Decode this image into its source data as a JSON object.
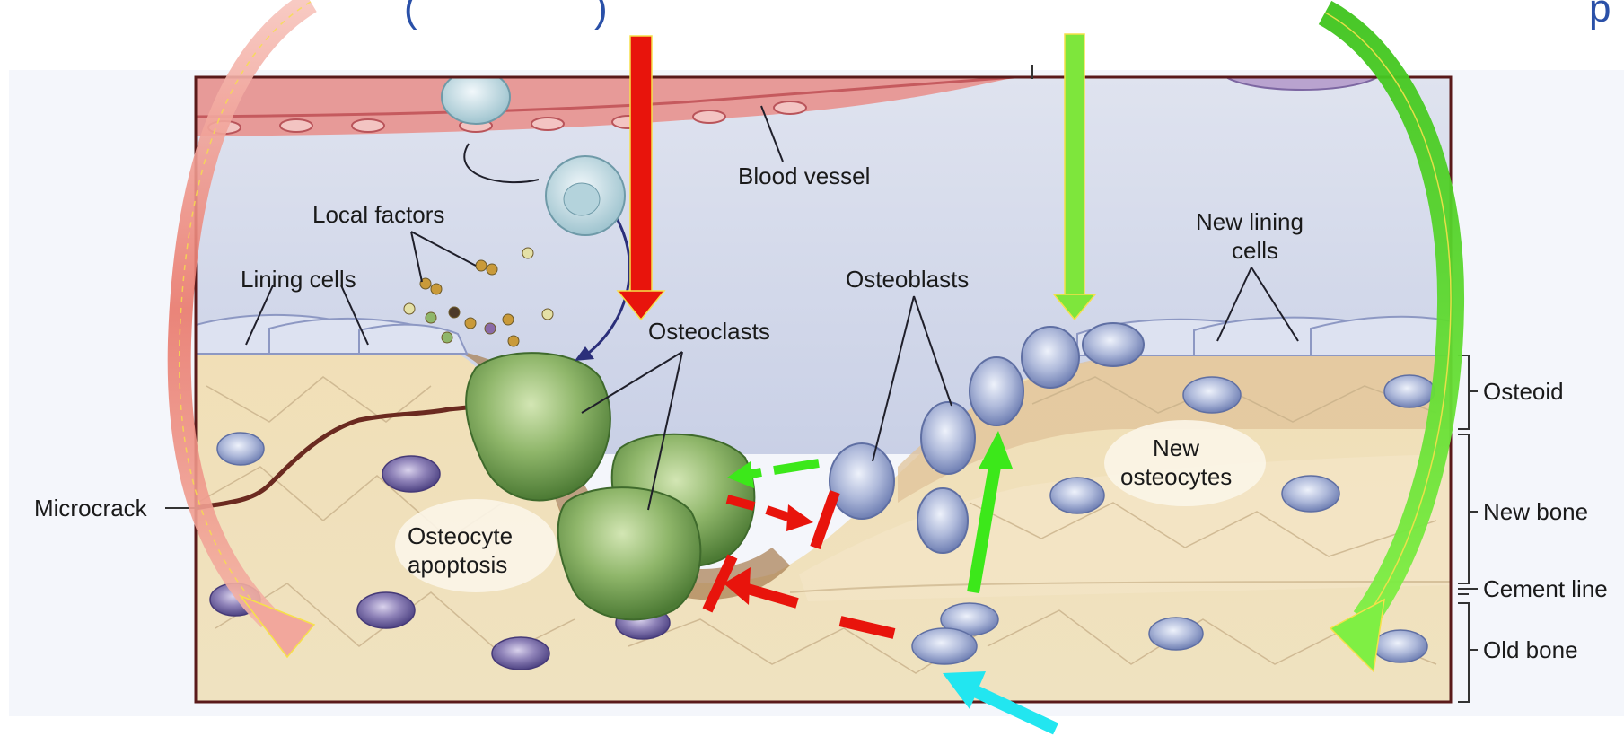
{
  "top_fragments": {
    "left": "(",
    "mid": ")",
    "right": "p"
  },
  "labels": {
    "blood_vessel": "Blood vessel",
    "local_factors": "Local factors",
    "lining_cells": "Lining cells",
    "osteoclasts": "Osteoclasts",
    "osteoblasts": "Osteoblasts",
    "new_lining_cells_1": "New lining",
    "new_lining_cells_2": "cells",
    "new_osteocytes_1": "New",
    "new_osteocytes_2": "osteocytes",
    "osteocyte_apoptosis_1": "Osteocyte",
    "osteocyte_apoptosis_2": "apoptosis",
    "microcrack": "Microcrack"
  },
  "side_labels": {
    "osteoid": "Osteoid",
    "new_bone": "New bone",
    "cement_line": "Cement line",
    "old_bone": "Old bone"
  },
  "colors": {
    "frame": "#5a1a1a",
    "red_arrow": "#e8140c",
    "green_arrow": "#3ce81a",
    "lime_arrow": "#7ee63c",
    "cyan_arrow": "#22e6f0",
    "top_text": "#2a50a8"
  }
}
